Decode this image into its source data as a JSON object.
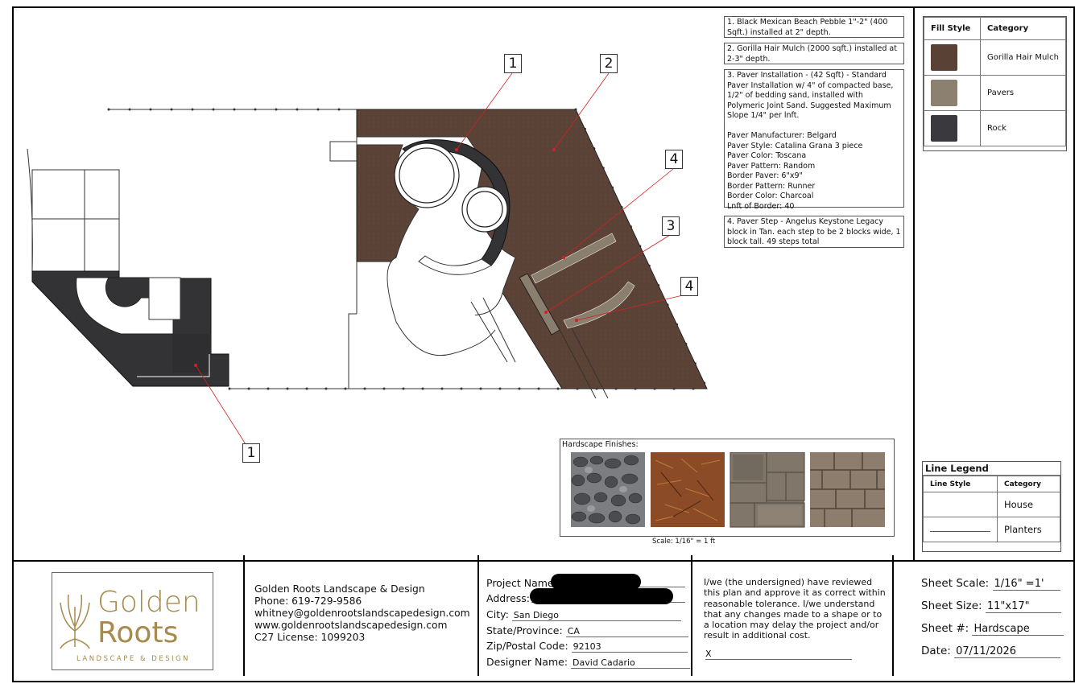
{
  "notes": [
    {
      "id": "note-1",
      "text": "1. Black Mexican Beach Pebble 1\"-2\"  (400 Sqft.) installed at 2\" depth."
    },
    {
      "id": "note-2",
      "text": "2. Gorilla Hair Mulch (2000 sqft.) installed at 2-3\" depth."
    },
    {
      "id": "note-3",
      "text": "3. Paver Installation - (42 Sqft) -  Standard Paver Installation w/ 4\" of compacted base, 1/2\" of bedding sand, installed with Polymeric Joint Sand. Suggested Maximum Slope 1/4\" per lnft.\n\nPaver Manufacturer: Belgard\nPaver Style: Catalina Grana 3 piece\nPaver Color: Toscana\nPaver Pattern: Random\nBorder Paver: 6\"x9\"\nBorder Pattern: Runner\nBorder Color: Charcoal\nLnft of Border: 40"
    },
    {
      "id": "note-4",
      "text": "4. Paver Step - Angelus Keystone Legacy block in Tan. each step to be 2 blocks wide, 1 block tall. 49 steps total"
    }
  ],
  "callouts": [
    "1",
    "2",
    "4",
    "3",
    "4",
    "1"
  ],
  "fill_legend": {
    "header_style": "Fill Style",
    "header_category": "Category",
    "rows": [
      {
        "category": "Gorilla Hair Mulch",
        "color": "#5a4136"
      },
      {
        "category": "Pavers",
        "color": "#8c8070"
      },
      {
        "category": "Rock",
        "color": "#3a3a3e"
      }
    ]
  },
  "line_legend": {
    "title": "Line Legend",
    "header_style": "Line Style",
    "header_category": "Category",
    "rows": [
      {
        "category": "House"
      },
      {
        "category": "Planters"
      }
    ]
  },
  "finishes": {
    "title": "Hardscape Finishes:",
    "scale": "Scale: 1/16\" = 1 ft"
  },
  "colors": {
    "mulch": "#5b4236",
    "rock": "#333336",
    "paver": "#8a7f6e",
    "leader": "#d32020",
    "logo_gold": "#a78a4c"
  },
  "title_block": {
    "logo_line1": "Golden",
    "logo_line2": "Roots",
    "logo_sub": "LANDSCAPE & DESIGN",
    "company": "Golden Roots Landscape & Design",
    "phone": "Phone: 619-729-9586",
    "email": "whitney@goldenrootslandscapedesign.com",
    "web": "www.goldenrootslandscapedesign.com",
    "license": "C27 License: 1099203",
    "project_name_label": "Project Name:",
    "address_label": "Address:",
    "city_label": "City:",
    "city": "San Diego",
    "state_label": "State/Province:",
    "state": "CA",
    "zip_label": "Zip/Postal Code:",
    "zip": "92103",
    "designer_label": "Designer Name:",
    "designer": "David Cadario",
    "approval": "I/we (the undersigned) have reviewed this plan and approve it as correct within reasonable tolerance. I/we understand that any changes made to a shape or to a location may delay the project and/or result in additional cost.",
    "signature_mark": "X",
    "sheet_scale_label": "Sheet Scale:",
    "sheet_scale": "1/16\" =1'",
    "sheet_size_label": "Sheet Size:",
    "sheet_size": "11\"x17\"",
    "sheet_num_label": "Sheet #:",
    "sheet_num": "Hardscape",
    "date_label": "Date:",
    "date": "07/11/2026"
  }
}
